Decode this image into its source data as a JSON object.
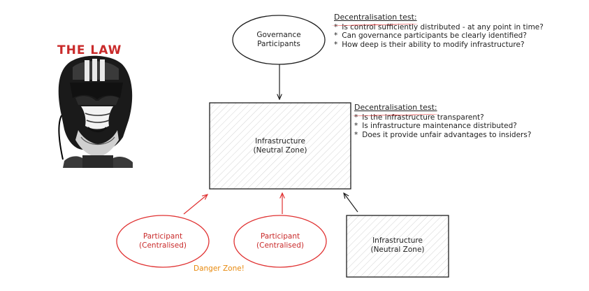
{
  "law": {
    "title": "THE LAW"
  },
  "governance": {
    "node_line1": "Governance",
    "node_line2": "Participants"
  },
  "governance_test": {
    "title": "Decentralisation test:",
    "items": [
      "Is control sufficiently distributed - at any point in time?",
      "Can governance participants be clearly identified?",
      "How deep is their ability to modify infrastructure?"
    ]
  },
  "infrastructure_main": {
    "line1": "Infrastructure",
    "line2": "(Neutral Zone)"
  },
  "infrastructure_test": {
    "title": "Decentralisation test:",
    "items": [
      "Is the infrastructure transparent?",
      "Is infrastructure maintenance distributed?",
      "Does it provide unfair advantages to insiders?"
    ]
  },
  "participant_1": {
    "line1": "Participant",
    "line2": "(Centralised)"
  },
  "participant_2": {
    "line1": "Participant",
    "line2": "(Centralised)"
  },
  "infrastructure_small": {
    "line1": "Infrastructure",
    "line2": "(Neutral Zone)"
  },
  "danger_zone": "Danger Zone!",
  "colors": {
    "red": "#c92a2a",
    "orange": "#e8890c",
    "ink": "#1e1e1e"
  }
}
